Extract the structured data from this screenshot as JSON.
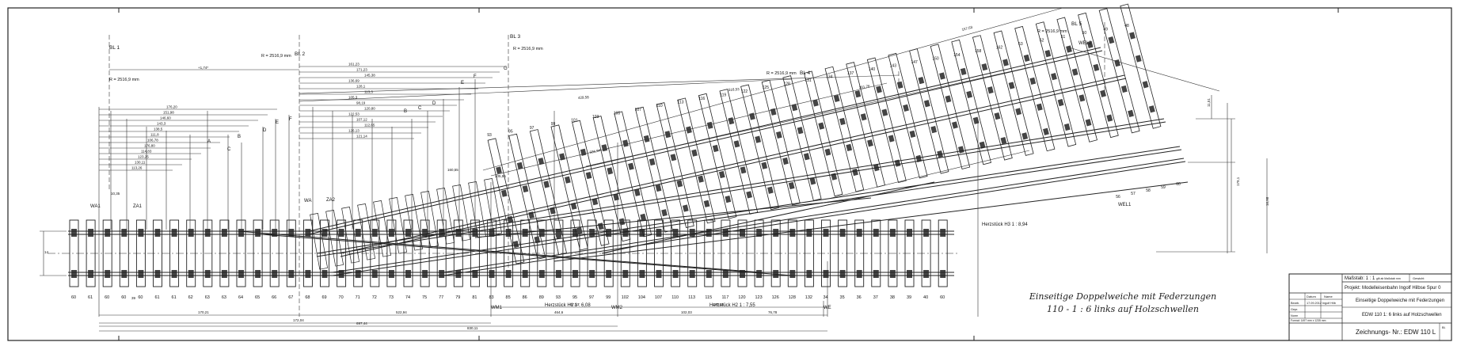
{
  "labels": {
    "bl1": "BL 1",
    "bl2": "BL 2",
    "bl3": "BL 3",
    "bl4": "BL 4",
    "bl5": "BL 5",
    "radius": "R = 2516,9 mm",
    "wa1": "WA1",
    "za1": "ZA1",
    "za2": "ZA2",
    "wa": "WA",
    "wm1": "WM1",
    "wm2": "WM2",
    "we": "WE",
    "wel1": "WEL1",
    "wel2": "WEL2",
    "h1": "Herzstück  H1  1 : 6,08",
    "h2": "Herzstück  H2  1 : 7,55",
    "h3": "Herzstück  H3  1 : 8,94",
    "letters": [
      "A",
      "B",
      "C",
      "D",
      "E",
      "F",
      "G"
    ]
  },
  "dims": {
    "left_top": [
      "176,20",
      "151,98",
      "146,60",
      "143,3",
      "138,5",
      "111,8",
      "106,78",
      "176,80",
      "114,83",
      "123,25",
      "130,11",
      "113,26"
    ],
    "mid_top": [
      "161,23",
      "171,23",
      "145,38",
      "136,69",
      "128,1",
      "113,3",
      "105,3",
      "98,19",
      "120,80",
      "122,53",
      "107,12",
      "112,65",
      "126,13",
      "121,14"
    ],
    "long": [
      "+1,74*",
      "157,63",
      "516,53",
      "429,58",
      "381,78",
      "331,34",
      "160,55",
      "105,55"
    ],
    "bottom": [
      "170,21",
      "522,94",
      "172,04",
      "464,6",
      "102,03",
      "67,53",
      "176,18",
      "76,78",
      "697,44",
      "830,11"
    ],
    "right": [
      "11,51",
      "179,1",
      "16,98"
    ],
    "small": [
      "10,35",
      "14",
      "39"
    ]
  },
  "sleeper_numbers": {
    "main": [
      "60",
      "61",
      "60",
      "60",
      "60",
      "61",
      "61",
      "62",
      "63",
      "63",
      "64",
      "65",
      "66",
      "67",
      "68",
      "69",
      "70",
      "71",
      "72",
      "73",
      "74",
      "75",
      "77",
      "79",
      "81",
      "83",
      "85",
      "86",
      "89",
      "93",
      "95",
      "97",
      "99",
      "102",
      "104",
      "107",
      "110",
      "113",
      "115",
      "117",
      "120",
      "123",
      "126",
      "128",
      "132",
      "34",
      "35",
      "36",
      "37",
      "38",
      "39",
      "40",
      "60"
    ],
    "upper": [
      "93",
      "95",
      "97",
      "99",
      "101",
      "103",
      "105",
      "107",
      "110",
      "113",
      "116",
      "119",
      "122",
      "125",
      "128",
      "131",
      "134",
      "137",
      "140",
      "143",
      "147",
      "150",
      "154",
      "158",
      "162",
      "53",
      "52",
      "51",
      "50",
      "49",
      "48"
    ],
    "lower": [
      "56",
      "57",
      "58",
      "59",
      "60"
    ]
  },
  "title_block": {
    "scale": "Maßstab:  1 : 1",
    "scale_note": "gilt ab Maßstab mm",
    "weight": "Gewicht",
    "project": "Projekt:  Modelleisenbahn Ingolf Hilbse Spur 0",
    "desc1": "Einseitige Doppelweiche mit Federzungen",
    "desc2": "EDW 110 1: 6 links auf Holzschwellen",
    "drawing_no": "Zeichnungs- Nr.:  EDW 110 L",
    "row_header": [
      "Datum",
      "Name"
    ],
    "rows": [
      [
        "Bearb.",
        "17.09.2012",
        "Ingolf Hilb"
      ],
      [
        "Gepr.",
        "",
        ""
      ],
      [
        "Norm",
        "",
        ""
      ]
    ],
    "blatt": "Bl.",
    "format": "Format: 1497 mm x 1235 mm"
  },
  "drawing_title_1": "Einseitige Doppelweiche mit Federzungen",
  "drawing_title_2": "110 - 1 : 6  links auf Holzschwellen"
}
